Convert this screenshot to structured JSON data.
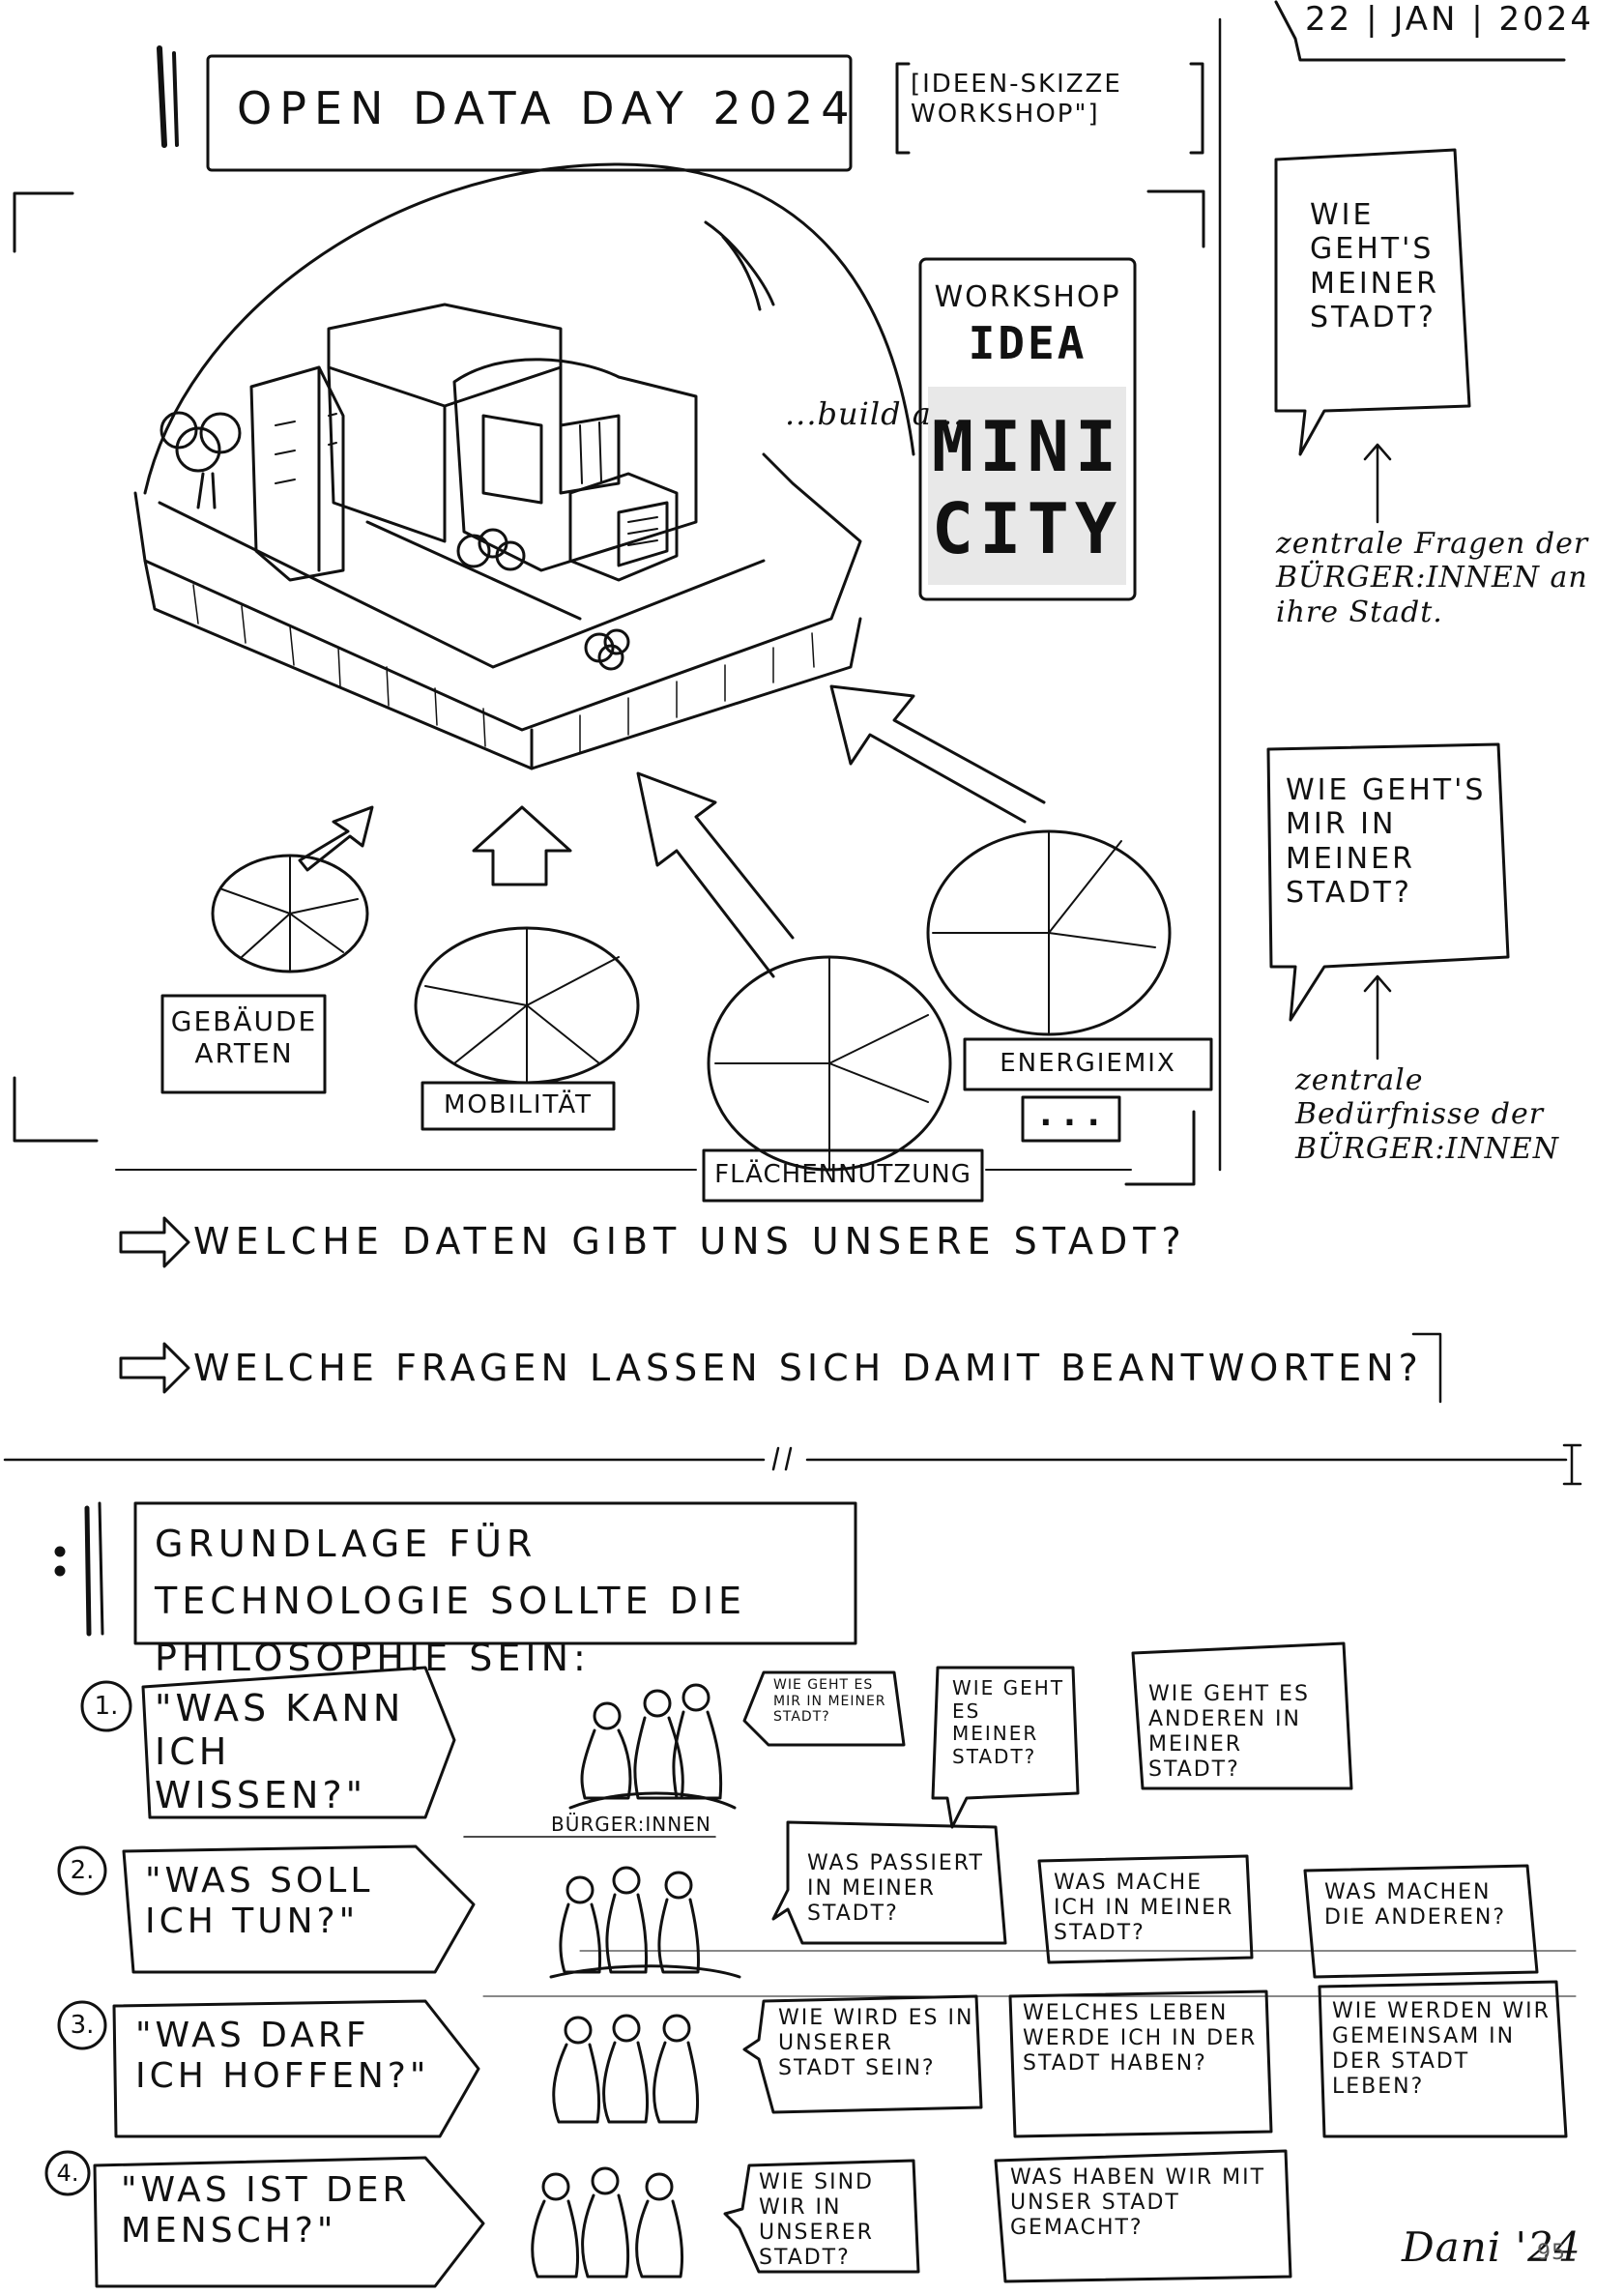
{
  "header": {
    "title": "OPEN DATA DAY 2024",
    "subtitle": "[IDEEN-SKIZZE WORKSHOP\"]",
    "date": "22 | JAN | 2024"
  },
  "mini_city": {
    "workshop_idea_line1": "WORKSHOP",
    "workshop_idea_line2": "IDEA",
    "build_a": "...build a...",
    "mini": "MINI",
    "city": "CITY"
  },
  "categories": {
    "gebaeude": "GEBÄUDE ARTEN",
    "mobilitaet": "MOBILITÄT",
    "flaechen": "FLÄCHENNUTZUNG",
    "energie": "ENERGIEMIX",
    "more": "..."
  },
  "side": {
    "bubble1": "WIE GEHT'S MEINER STADT?",
    "note1": "zentrale Fragen der BÜRGER:INNEN an ihre Stadt.",
    "bubble2": "WIE GEHT'S MIR IN MEINER STADT?",
    "note2": "zentrale Bedürfnisse der BÜRGER:INNEN"
  },
  "questions": {
    "q1": "WELCHE DATEN GIBT UNS UNSERE STADT?",
    "q2": "WELCHE FRAGEN LASSEN SICH DAMIT BEANTWORTEN?"
  },
  "section2": {
    "title": "GRUNDLAGE FÜR TECHNOLOGIE SOLLTE DIE PHILOSOPHIE SEIN:",
    "rows": [
      {
        "num": "1.",
        "quote": "\"WAS KANN ICH WISSEN?\"",
        "label": "BÜRGER:INNEN",
        "b1": "WIE GEHT ES MIR IN MEINER STADT?",
        "b2": "WIE GEHT ES MEINER STADT?",
        "b3": "WIE GEHT ES ANDEREN IN MEINER STADT?"
      },
      {
        "num": "2.",
        "quote": "\"WAS SOLL ICH TUN?\"",
        "b1": "WAS PASSIERT IN MEINER STADT?",
        "b2": "WAS MACHE ICH IN MEINER STADT?",
        "b3": "WAS MACHEN DIE ANDEREN?"
      },
      {
        "num": "3.",
        "quote": "\"WAS DARF ICH HOFFEN?\"",
        "b1": "WIE WIRD ES IN UNSERER STADT SEIN?",
        "b2": "WELCHES LEBEN WERDE ICH IN DER STADT HABEN?",
        "b3": "WIE WERDEN WIR GEMEINSAM IN DER STADT LEBEN?"
      },
      {
        "num": "4.",
        "quote": "\"WAS IST DER MENSCH?\"",
        "b1": "WIE SIND WIR IN UNSERER STADT?",
        "b2": "WAS HABEN WIR MIT UNSER STADT GEMACHT?"
      }
    ]
  },
  "footer": {
    "signature": "Dani '24",
    "page_number": "95"
  }
}
